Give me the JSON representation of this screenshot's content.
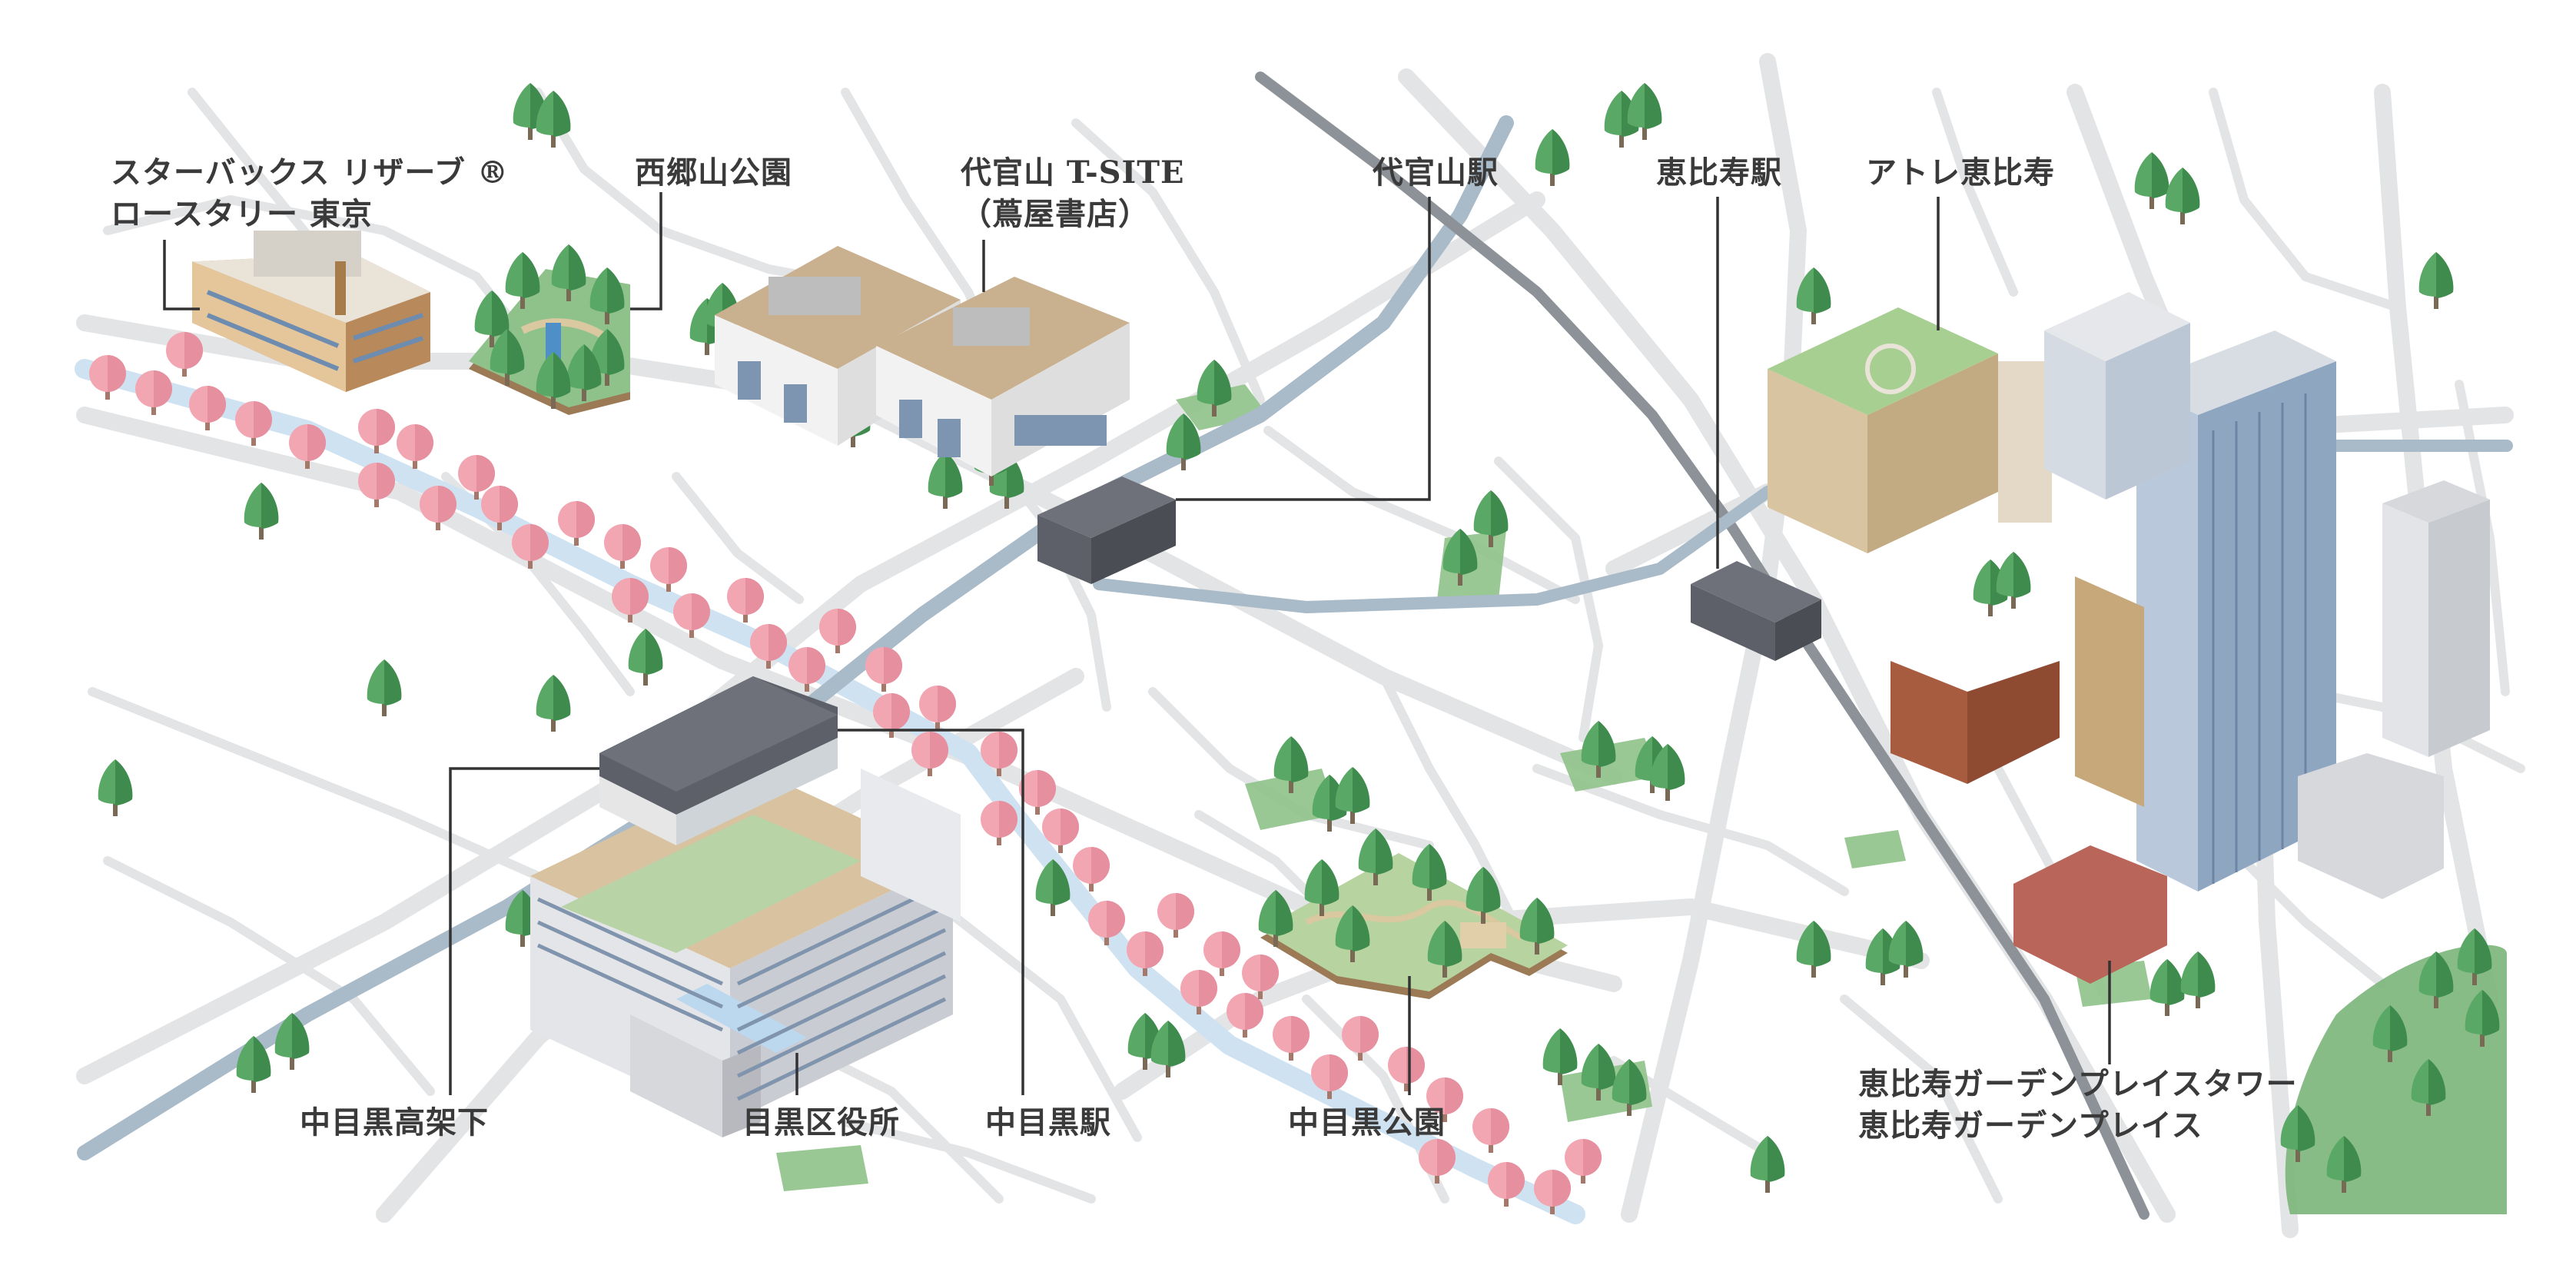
{
  "labels": {
    "starbucks": {
      "line1": "スターバックス リザーブ ®",
      "line2": "ロースタリー 東京"
    },
    "saigoyama": "西郷山公園",
    "tsite": {
      "line1": "代官山 T-SITE",
      "line2": "（蔦屋書店）"
    },
    "daikanyama_station": "代官山駅",
    "ebisu_station": "恵比寿駅",
    "atre": "アトレ恵比寿",
    "nakameguro_koukashita": "中目黒高架下",
    "meguro_ward_office": "目黒区役所",
    "nakameguro_station": "中目黒駅",
    "nakameguro_park": "中目黒公園",
    "garden_place": {
      "line1": "恵比寿ガーデンプレイスタワー",
      "line2": "恵比寿ガーデンプレイス"
    }
  },
  "colors": {
    "road": "#e3e4e6",
    "river": "#cfe2f1",
    "railway": "#8d9299",
    "railway_light": "#a9bac8",
    "tree": "#5aa865",
    "tree_dark": "#3f8b4e",
    "sakura": "#f2a6b2",
    "grass": "#8fc28a",
    "station_block": "#5d6068",
    "leader": "#333333"
  }
}
